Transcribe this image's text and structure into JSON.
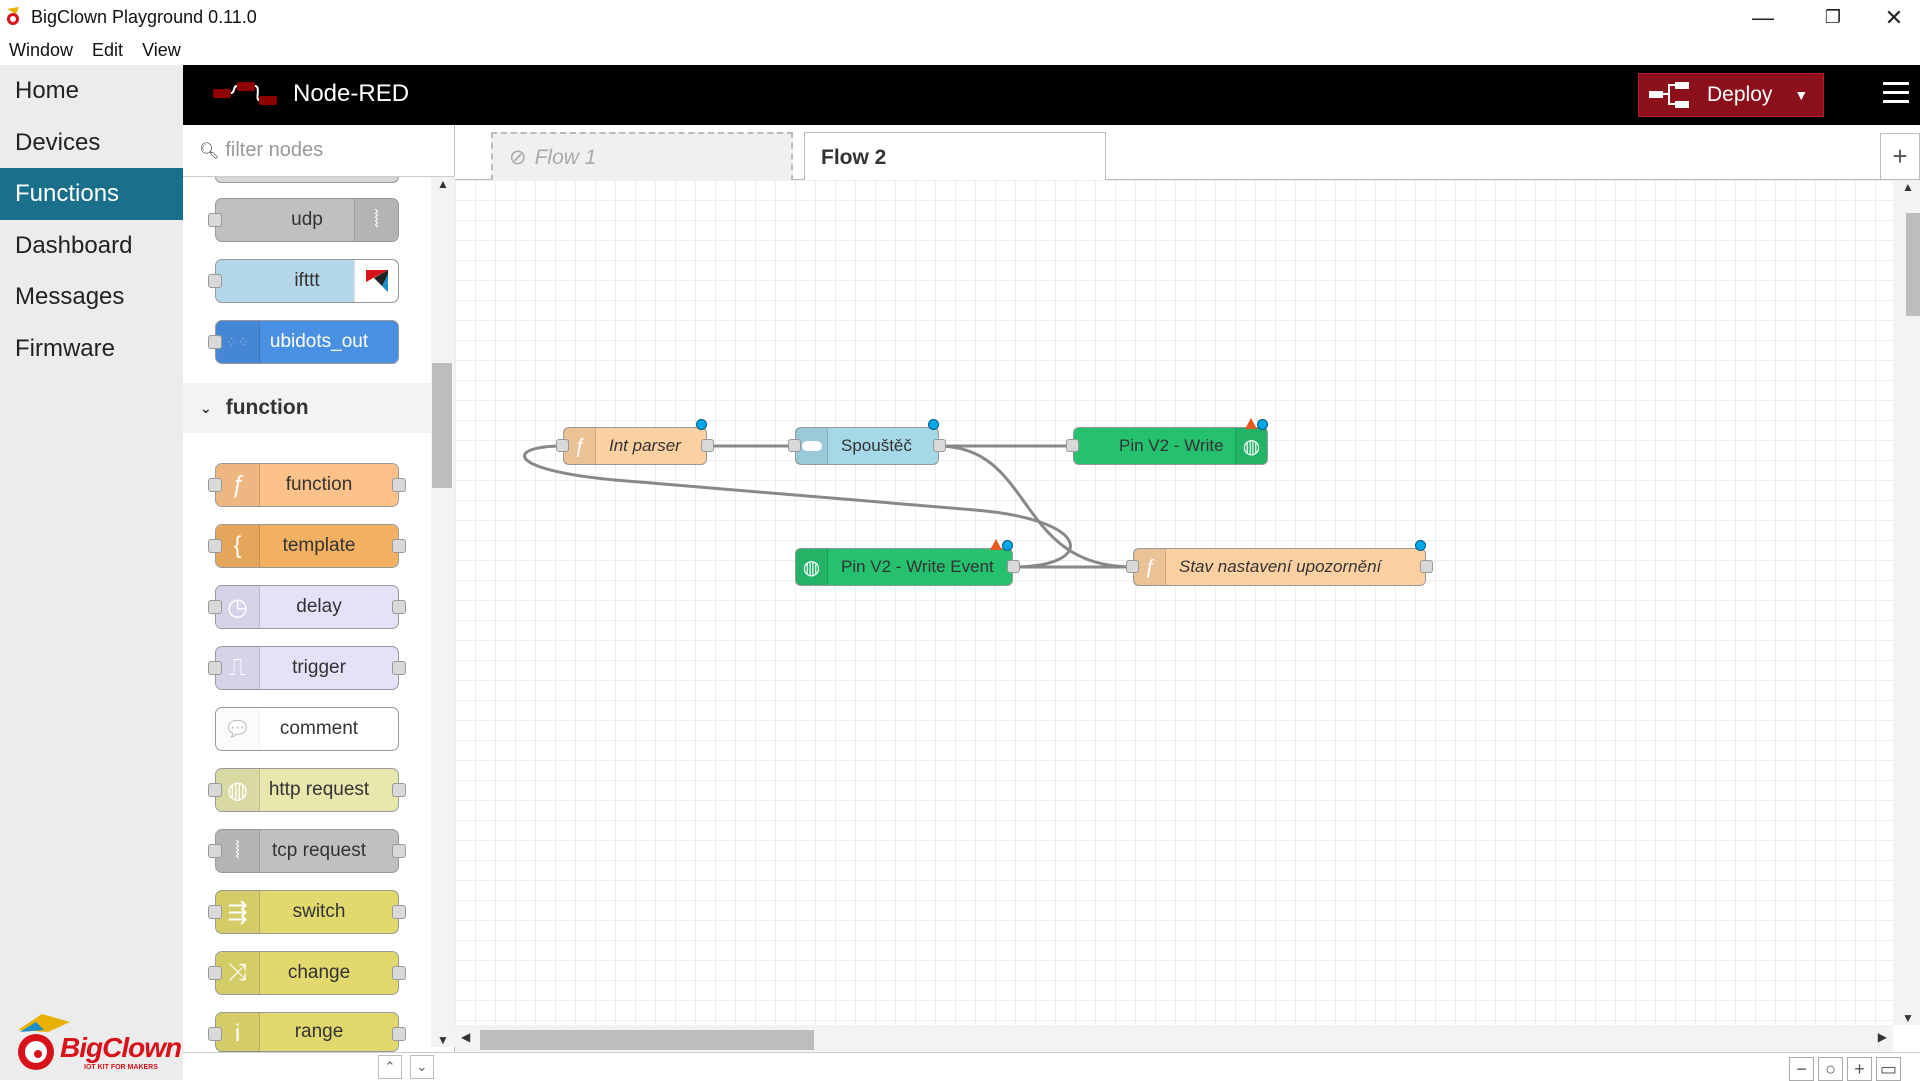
{
  "window": {
    "title": "BigClown Playground 0.11.0",
    "controls": {
      "minimize": "—",
      "maximize": "❐",
      "close": "✕"
    }
  },
  "menu": [
    "Window",
    "Edit",
    "View"
  ],
  "sidebar": {
    "items": [
      {
        "label": "Home"
      },
      {
        "label": "Devices"
      },
      {
        "label": "Functions"
      },
      {
        "label": "Dashboard"
      },
      {
        "label": "Messages"
      },
      {
        "label": "Firmware"
      }
    ],
    "active": "Functions",
    "logo_text": "BigClown",
    "logo_tagline": "IOT KIT FOR MAKERS"
  },
  "header": {
    "brand": "Node-RED",
    "deploy_label": "Deploy"
  },
  "palette": {
    "filter_placeholder": "filter nodes",
    "network_nodes": [
      {
        "label": "udp",
        "color": "#c0c0c0"
      },
      {
        "label": "ifttt",
        "color": "#b4d7ea"
      },
      {
        "label": "ubidots_out",
        "color": "#4a90e2"
      }
    ],
    "category": "function",
    "function_nodes": [
      {
        "label": "function",
        "color": "#fdc289",
        "icon": "ƒ"
      },
      {
        "label": "template",
        "color": "#f2b160",
        "icon": "{"
      },
      {
        "label": "delay",
        "color": "#e6e0f8",
        "icon": "◷"
      },
      {
        "label": "trigger",
        "color": "#e6e0f8",
        "icon": "⎍"
      },
      {
        "label": "comment",
        "color": "#ffffff",
        "icon": "💬"
      },
      {
        "label": "http request",
        "color": "#e7e7ae",
        "icon": "◍"
      },
      {
        "label": "tcp request",
        "color": "#c0c0c0",
        "icon": "⦚"
      },
      {
        "label": "switch",
        "color": "#e2d96e",
        "icon": "⇶"
      },
      {
        "label": "change",
        "color": "#e2d96e",
        "icon": "⤨"
      },
      {
        "label": "range",
        "color": "#e2d96e",
        "icon": "i"
      }
    ]
  },
  "tabs": [
    {
      "label": "Flow 1",
      "state": "disabled"
    },
    {
      "label": "Flow 2",
      "state": "active"
    }
  ],
  "add_tab": "+",
  "flow_nodes": [
    {
      "label": "Int parser",
      "color": "#fdd0a2",
      "icon_name": "function-icon"
    },
    {
      "label": "Spouštěč",
      "color": "#a6d9e8",
      "icon_name": "toggle-icon"
    },
    {
      "label": "Pin V2 - Write",
      "color": "#25c16f",
      "icon_name": "globe-icon"
    },
    {
      "label": "Pin V2 - Write Event",
      "color": "#25c16f",
      "icon_name": "globe-icon"
    },
    {
      "label": "Stav nastavení upozornění",
      "color": "#fdd0a2",
      "icon_name": "function-icon"
    }
  ],
  "footer_buttons": [
    "−",
    "○",
    "+",
    "▭"
  ]
}
